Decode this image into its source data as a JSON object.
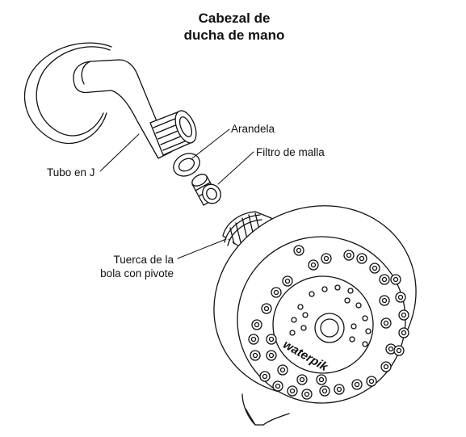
{
  "title": {
    "line1": "Cabezal de",
    "line2": "ducha de mano"
  },
  "labels": {
    "j_pipe": "Tubo en J",
    "washer": "Arandela",
    "mesh_filter": "Filtro de malla",
    "pivot_nut_line1": "Tuerca de la",
    "pivot_nut_line2": "bola con pivote"
  },
  "brand": {
    "logo_text": "waterpik"
  },
  "colors": {
    "line": "#111111",
    "fill": "#ffffff"
  }
}
